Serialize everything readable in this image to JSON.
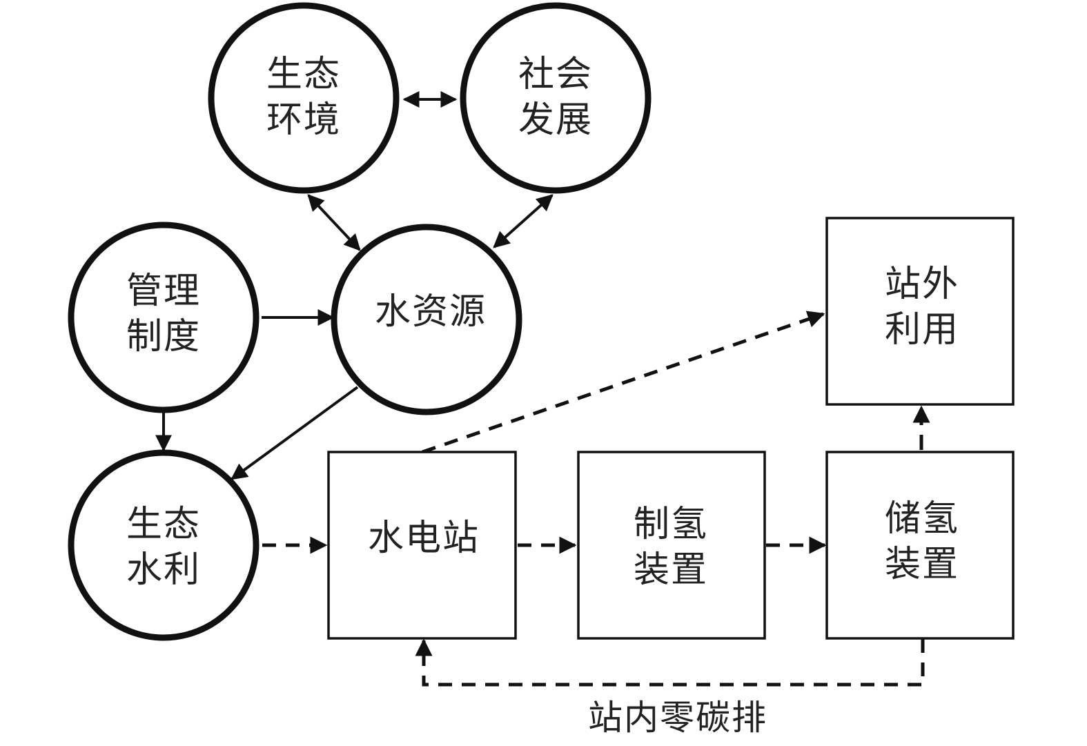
{
  "diagram": {
    "colors": {
      "stroke": "#111111",
      "text": "#222222",
      "background": "#ffffff"
    },
    "nodes": {
      "eco_environment": {
        "shape": "circle",
        "lines": [
          "生态",
          "环境"
        ]
      },
      "social_development": {
        "shape": "circle",
        "lines": [
          "社会",
          "发展"
        ]
      },
      "management_system": {
        "shape": "circle",
        "lines": [
          "管理",
          "制度"
        ]
      },
      "water_resources": {
        "shape": "circle",
        "lines": [
          "水资源"
        ]
      },
      "eco_water_conservancy": {
        "shape": "circle",
        "lines": [
          "生态",
          "水利"
        ]
      },
      "hydropower_station": {
        "shape": "box",
        "lines": [
          "水电站"
        ]
      },
      "hydrogen_production": {
        "shape": "box",
        "lines": [
          "制氢",
          "装置"
        ]
      },
      "hydrogen_storage": {
        "shape": "box",
        "lines": [
          "储氢",
          "装置"
        ]
      },
      "offsite_utilization": {
        "shape": "box",
        "lines": [
          "站外",
          "利用"
        ]
      }
    },
    "edges": [
      {
        "from": "eco_environment",
        "to": "social_development",
        "style": "solid",
        "direction": "both"
      },
      {
        "from": "eco_environment",
        "to": "water_resources",
        "style": "solid",
        "direction": "both"
      },
      {
        "from": "social_development",
        "to": "water_resources",
        "style": "solid",
        "direction": "both"
      },
      {
        "from": "management_system",
        "to": "water_resources",
        "style": "solid",
        "direction": "forward"
      },
      {
        "from": "management_system",
        "to": "eco_water_conservancy",
        "style": "solid",
        "direction": "forward"
      },
      {
        "from": "water_resources",
        "to": "eco_water_conservancy",
        "style": "solid",
        "direction": "forward"
      },
      {
        "from": "eco_water_conservancy",
        "to": "hydropower_station",
        "style": "dashed",
        "direction": "forward"
      },
      {
        "from": "hydropower_station",
        "to": "hydrogen_production",
        "style": "dashed",
        "direction": "forward"
      },
      {
        "from": "hydrogen_production",
        "to": "hydrogen_storage",
        "style": "dashed",
        "direction": "forward"
      },
      {
        "from": "hydrogen_storage",
        "to": "offsite_utilization",
        "style": "dashed",
        "direction": "forward"
      },
      {
        "from": "hydropower_station",
        "to": "offsite_utilization",
        "style": "dashed",
        "direction": "forward"
      },
      {
        "from": "hydrogen_storage",
        "to": "hydropower_station",
        "style": "dashed",
        "direction": "forward",
        "label": "站内零碳排"
      }
    ],
    "loop_caption": "站内零碳排"
  }
}
